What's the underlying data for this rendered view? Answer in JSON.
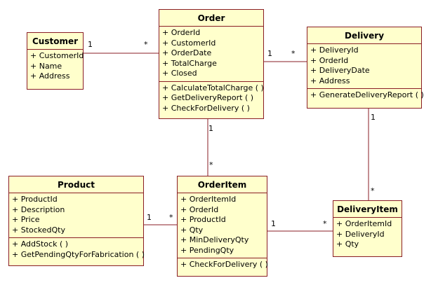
{
  "classes": {
    "customer": {
      "name": "Customer",
      "attributes": [
        "+ CustomerId",
        "+ Name",
        "+ Address"
      ],
      "operations": []
    },
    "order": {
      "name": "Order",
      "attributes": [
        "+ OrderId",
        "+ CustomerId",
        "+ OrderDate",
        "+ TotalCharge",
        "+ Closed"
      ],
      "operations": [
        "+ CalculateTotalCharge ( )",
        "+ GetDeliveryReport ( )",
        "+ CheckForDelivery ( )"
      ]
    },
    "delivery": {
      "name": "Delivery",
      "attributes": [
        "+ DeliveryId",
        "+ OrderId",
        "+ DeliveryDate",
        "+ Address"
      ],
      "operations": [
        "+ GenerateDeliveryReport ( )"
      ]
    },
    "product": {
      "name": "Product",
      "attributes": [
        "+ ProductId",
        "+ Description",
        "+ Price",
        "+ StockedQty"
      ],
      "operations": [
        "+ AddStock ( )",
        "+ GetPendingQtyForFabrication ( )"
      ]
    },
    "orderitem": {
      "name": "OrderItem",
      "attributes": [
        "+ OrderItemId",
        "+ OrderId",
        "+ ProductId",
        "+ Qty",
        "+ MinDeliveryQty",
        "+ PendingQty"
      ],
      "operations": [
        "+ CheckForDelivery ( )"
      ]
    },
    "deliveryitem": {
      "name": "DeliveryItem",
      "attributes": [
        "+ OrderItemId",
        "+ DeliveryId",
        "+ Qty"
      ],
      "operations": []
    }
  },
  "associations": {
    "customer_order": {
      "from": "Customer",
      "to": "Order",
      "from_mult": "1",
      "to_mult": "*"
    },
    "order_delivery": {
      "from": "Order",
      "to": "Delivery",
      "from_mult": "1",
      "to_mult": "*"
    },
    "order_orderitem": {
      "from": "Order",
      "to": "OrderItem",
      "from_mult": "1",
      "to_mult": "*"
    },
    "delivery_deliveryitem": {
      "from": "Delivery",
      "to": "DeliveryItem",
      "from_mult": "1",
      "to_mult": "*"
    },
    "product_orderitem": {
      "from": "Product",
      "to": "OrderItem",
      "from_mult": "1",
      "to_mult": "*"
    },
    "orderitem_deliveryitem": {
      "from": "OrderItem",
      "to": "DeliveryItem",
      "from_mult": "1",
      "to_mult": "*"
    }
  },
  "colors": {
    "box_fill": "#ffffcc",
    "box_border": "#8a1d25",
    "line": "#8a1d25"
  }
}
